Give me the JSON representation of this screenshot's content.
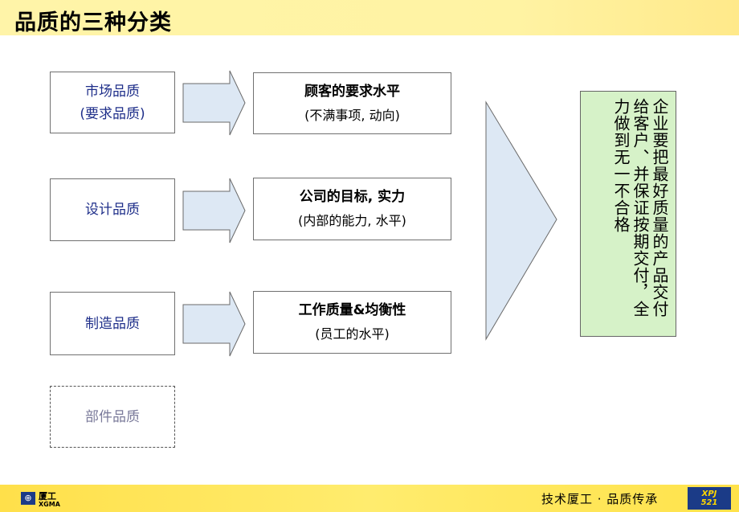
{
  "header": {
    "title": "品质的三种分类"
  },
  "sources": [
    {
      "line1": "市场品质",
      "line2": "(要求品质)"
    },
    {
      "line1": "设计品质"
    },
    {
      "line1": "制造品质"
    },
    {
      "line1": "部件品质"
    }
  ],
  "targets": [
    {
      "main": "顾客的要求水平",
      "sub": "(不满事项, 动向)"
    },
    {
      "main": "公司的目标, 实力",
      "sub": "(内部的能力, 水平)"
    },
    {
      "main": "工作质量&均衡性",
      "sub": "(员工的水平)"
    }
  ],
  "result": {
    "text": "企业要把最好质量的产品交付给客户、并保证按期交付，全力做到无一不合格"
  },
  "footer": {
    "logo_cn": "厦工",
    "logo_en": "XGMA",
    "slogan": "技术厦工 · 品质传承",
    "badge_top": "XPJ",
    "badge_bottom": "521"
  },
  "colors": {
    "header_bg": "#fff3a3",
    "footer_bg": "#ffe04a",
    "arrow_fill": "#dde8f4",
    "result_bg": "#d6f2c8",
    "source_text": "#1f2f8a"
  }
}
